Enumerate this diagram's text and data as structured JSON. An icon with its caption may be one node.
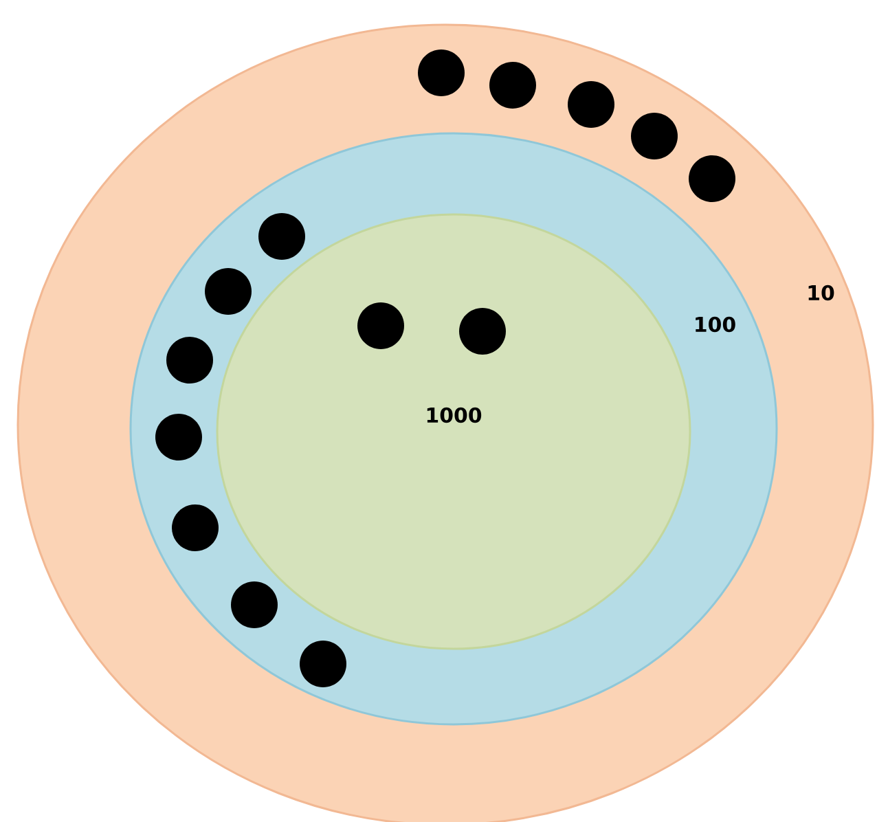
{
  "diagram": {
    "nodes": [
      {
        "text": [
          "10"
        ]
      },
      {
        "text": [
          "100"
        ],
        "in": 0
      },
      {
        "text": [
          "1000"
        ],
        "in": 1
      },
      {
        "text": [],
        "shape": "circle",
        "in": 0
      },
      {
        "text": [],
        "shape": "circle",
        "in": 0
      },
      {
        "text": [],
        "shape": "circle",
        "in": 0
      },
      {
        "text": [],
        "shape": "circle",
        "in": 0
      },
      {
        "text": [],
        "shape": "circle",
        "in": 0
      },
      {
        "text": [],
        "shape": "circle",
        "in": 1
      },
      {
        "text": [],
        "shape": "circle",
        "in": 1
      },
      {
        "text": [],
        "shape": "circle",
        "in": 1
      },
      {
        "text": [],
        "shape": "circle",
        "in": 1
      },
      {
        "text": [],
        "shape": "circle",
        "in": 1
      },
      {
        "text": [],
        "shape": "circle",
        "in": 1
      },
      {
        "text": [],
        "shape": "circle",
        "in": 1
      },
      {
        "text": [],
        "shape": "circle",
        "in": 2
      },
      {
        "text": [],
        "shape": "circle",
        "in": 2
      }
    ]
  }
}
